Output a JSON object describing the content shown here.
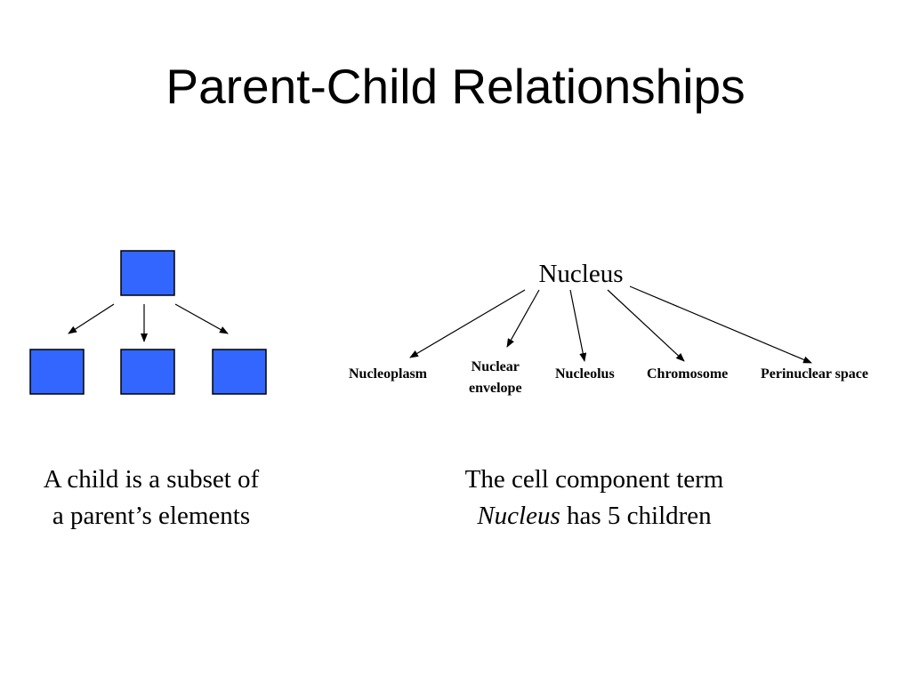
{
  "title": "Parent-Child Relationships",
  "colors": {
    "box_fill": "#3366ff",
    "box_stroke": "#000000",
    "line": "#000000"
  },
  "tree": {
    "nodes": [
      {
        "id": "parent",
        "shape": "square"
      },
      {
        "id": "child-1",
        "shape": "square"
      },
      {
        "id": "child-2",
        "shape": "square"
      },
      {
        "id": "child-3",
        "shape": "square"
      }
    ],
    "edges": [
      {
        "from": "parent",
        "to": "child-1"
      },
      {
        "from": "parent",
        "to": "child-2"
      },
      {
        "from": "parent",
        "to": "child-3"
      }
    ]
  },
  "left_caption": {
    "line1": "A child is a subset of",
    "line2": "a parent’s elements"
  },
  "nucleus": {
    "label": "Nucleus",
    "children": [
      {
        "line1": "Nucleoplasm",
        "line2": ""
      },
      {
        "line1": "Nuclear",
        "line2": "envelope"
      },
      {
        "line1": "Nucleolus",
        "line2": ""
      },
      {
        "line1": "Chromosome",
        "line2": ""
      },
      {
        "line1": "Perinuclear space",
        "line2": ""
      }
    ]
  },
  "right_caption": {
    "line1": "The cell component term",
    "line2_italic": "Nucleus",
    "line2_rest": " has 5 children"
  }
}
